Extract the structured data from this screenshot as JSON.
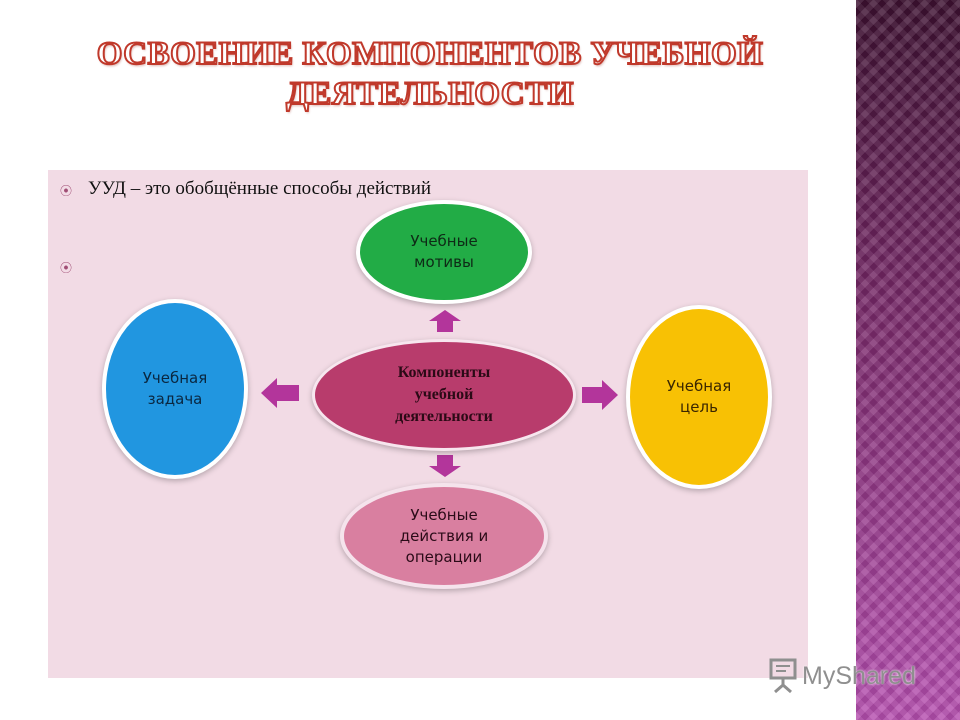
{
  "title_lines": [
    "ОСВОЕНИЕ КОМПОНЕНТОВ УЧЕБНОЙ",
    "ДЕЯТЕЛЬНОСТИ"
  ],
  "bullets": [
    "УУД – это обобщённые способы действий",
    ""
  ],
  "diagram": {
    "center": "Компоненты\nучебной\nдеятельности",
    "top": "Учебные\nмотивы",
    "left": "Учебная\nзадача",
    "right": "Учебная\nцель",
    "bottom": "Учебные\nдействия и\nоперации"
  },
  "colors": {
    "center": "#b83c6c",
    "top": "#22ac46",
    "left": "#2196e0",
    "right": "#f8c104",
    "bottom": "#d97fa0",
    "arrows": "#b3359b",
    "title_stroke": "#c0392b"
  },
  "watermark": "MyShared"
}
